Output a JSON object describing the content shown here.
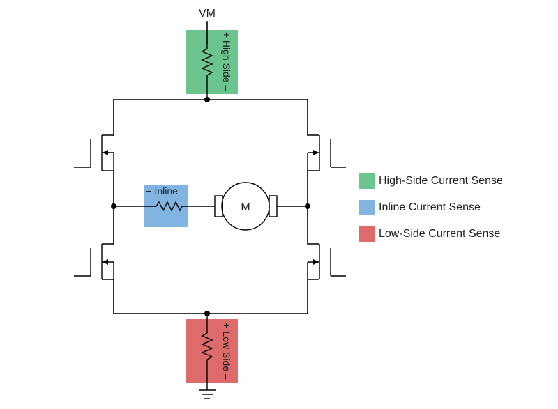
{
  "supply": {
    "label": "VM"
  },
  "high_side": {
    "label": "+ High Side –"
  },
  "inline": {
    "label": "+ Inline –"
  },
  "low_side": {
    "label": "+ Low Side –"
  },
  "motor": {
    "label": "M"
  },
  "colors": {
    "high_side": "#6cc48f",
    "inline": "#82b4e2",
    "low_side": "#de6b6b"
  },
  "legend": [
    {
      "label": "High-Side Current Sense",
      "color": "#6cc48f"
    },
    {
      "label": "Inline Current Sense",
      "color": "#82b4e2"
    },
    {
      "label": "Low-Side Current Sense",
      "color": "#de6b6b"
    }
  ]
}
